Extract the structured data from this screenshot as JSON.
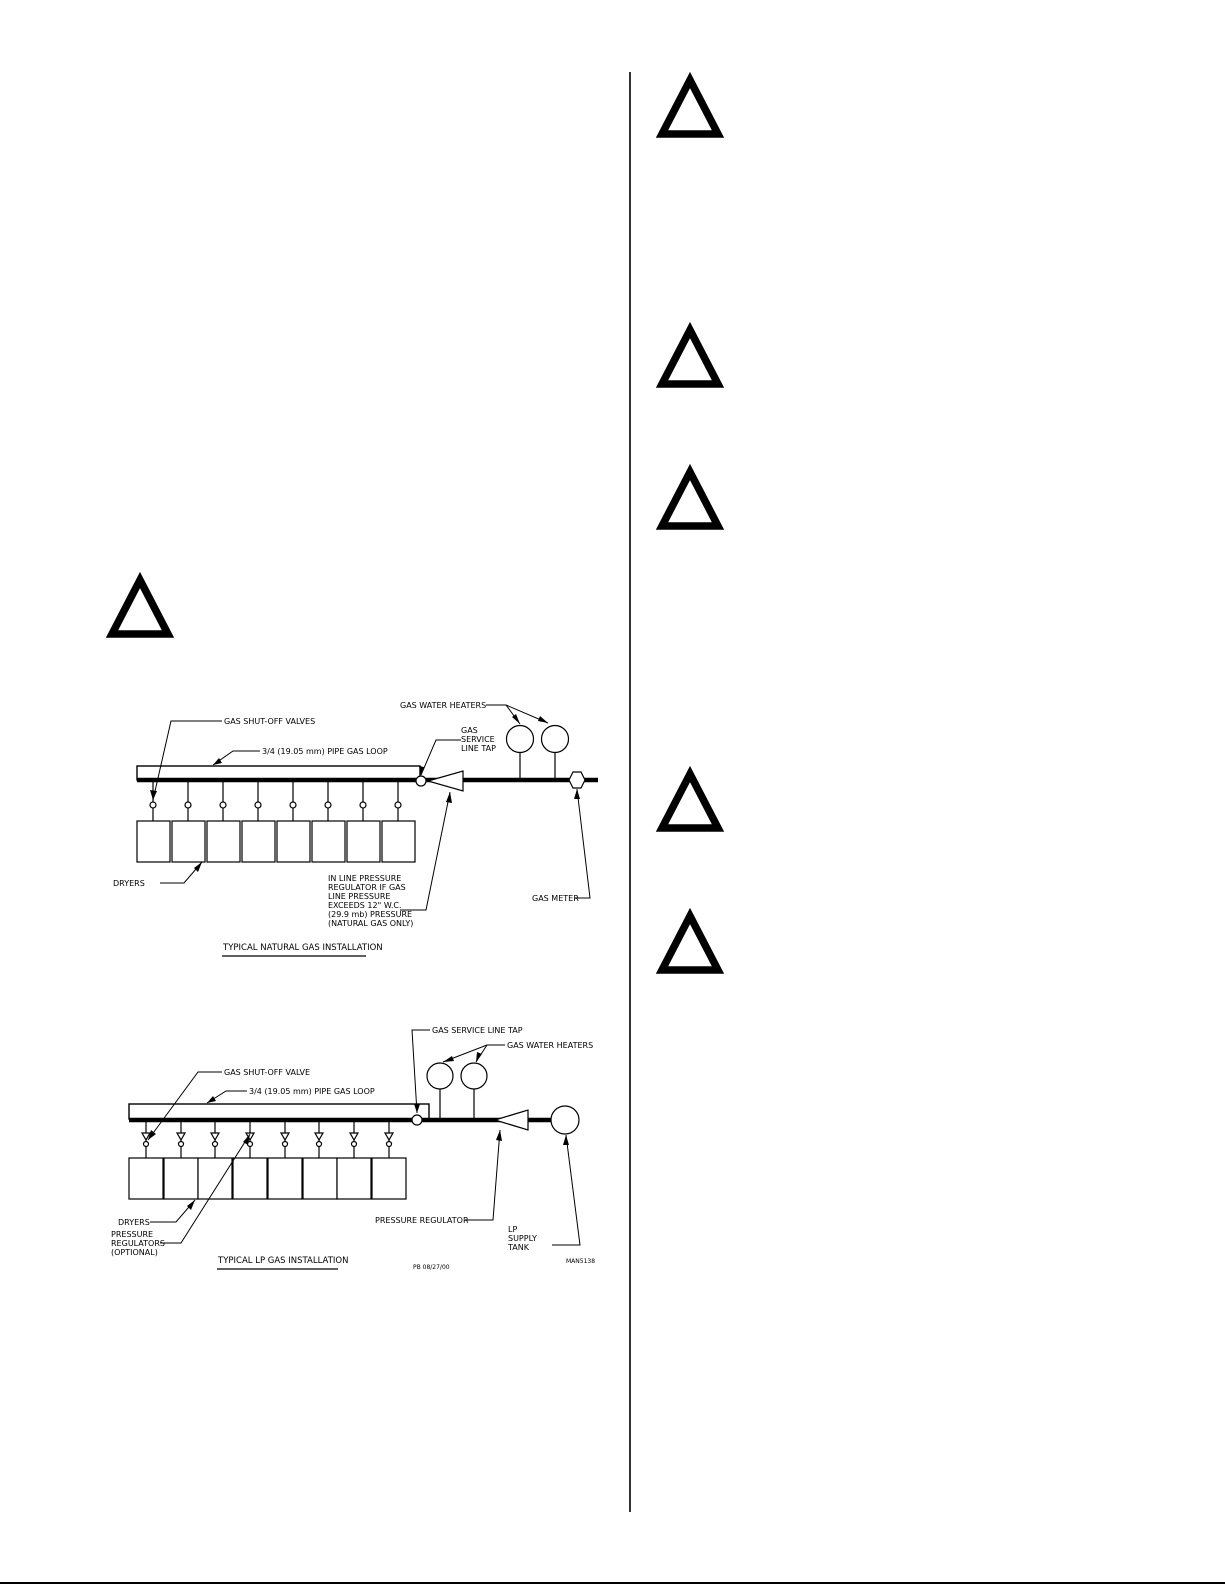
{
  "warning_icon": "warning-triangle-icon",
  "natural_gas": {
    "caption": "TYPICAL NATURAL GAS INSTALLATION",
    "shutoff_valves": "GAS SHUT-OFF VALVES",
    "pipe_loop": "3/4 (19.05 mm) PIPE GAS LOOP",
    "water_heaters": "GAS WATER HEATERS",
    "service_tap": [
      "GAS",
      "SERVICE",
      "LINE TAP"
    ],
    "dryers": "DRYERS",
    "regulator_note": [
      "IN LINE PRESSURE",
      "REGULATOR IF GAS",
      "LINE PRESSURE",
      "EXCEEDS 12\" W.C.",
      "(29.9 mb) PRESSURE",
      "(NATURAL GAS ONLY)"
    ],
    "gas_meter": "GAS METER"
  },
  "lp_gas": {
    "caption": "TYPICAL LP GAS INSTALLATION",
    "service_tap": "GAS SERVICE LINE TAP",
    "water_heaters": "GAS WATER HEATERS",
    "shutoff_valve": "GAS SHUT-OFF VALVE",
    "pipe_loop": "3/4 (19.05 mm) PIPE GAS LOOP",
    "dryers": "DRYERS",
    "pressure_regulators": [
      "PRESSURE",
      "REGULATORS",
      "(OPTIONAL)"
    ],
    "pressure_regulator": "PRESSURE REGULATOR",
    "supply_tank": [
      "LP",
      "SUPPLY",
      "TANK"
    ],
    "drawing_date": "PB 08/27/00",
    "drawing_number": "MAN5138"
  }
}
